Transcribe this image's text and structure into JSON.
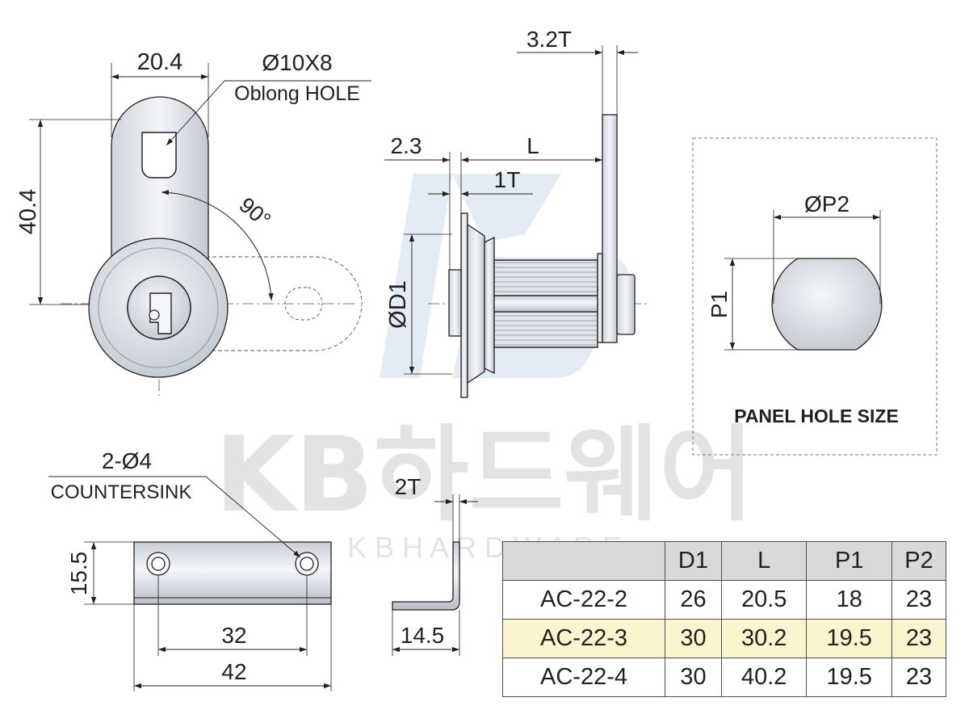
{
  "watermark": {
    "logo_text": "KB하드웨어",
    "sub_text": "K B   H A R D W A R E",
    "color": "#e3e3e3",
    "logo_color": "#dfe8f3"
  },
  "front_view": {
    "width_dim": "20.4",
    "height_dim": "40.4",
    "hole_label": "Ø10X8",
    "hole_caption": "Oblong HOLE",
    "angle_label": "90°"
  },
  "side_view": {
    "cam_thickness": "3.2T",
    "flange_dim": "2.3",
    "length_label": "L",
    "washer_dim": "1T",
    "diameter_label": "ØD1"
  },
  "panel_hole": {
    "diameter_label": "ØP2",
    "height_label": "P1",
    "title": "PANEL HOLE SIZE"
  },
  "bracket": {
    "holes_label": "2-Ø4",
    "holes_caption": "COUNTERSINK",
    "height_dim": "15.5",
    "pitch_dim": "32",
    "length_dim": "42",
    "thickness_dim": "2T",
    "leg_dim": "14.5"
  },
  "spec_table": {
    "headers": [
      "",
      "D1",
      "L",
      "P1",
      "P2"
    ],
    "rows": [
      [
        "AC-22-2",
        "26",
        "20.5",
        "18",
        "23"
      ],
      [
        "AC-22-3",
        "30",
        "30.2",
        "19.5",
        "23"
      ],
      [
        "AC-22-4",
        "30",
        "40.2",
        "19.5",
        "23"
      ]
    ],
    "highlight_color": "#fbf4cf",
    "header_color": "#d9d9d9"
  }
}
